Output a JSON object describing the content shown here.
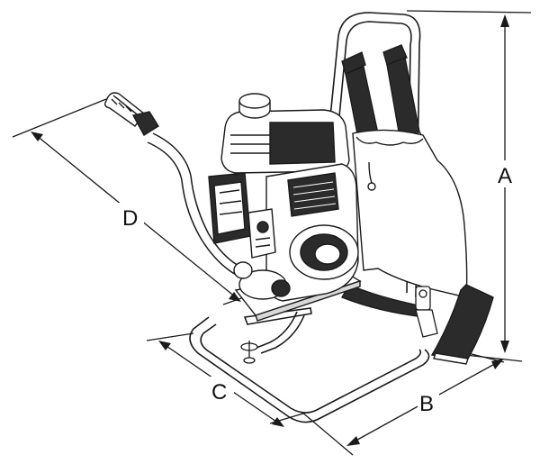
{
  "figure": {
    "subject": "backpack-engine-dimensions",
    "dimension_labels": {
      "height": "A",
      "width": "B",
      "depth": "C",
      "overall_length": "D"
    }
  },
  "colors": {
    "line": "#1a1a1a",
    "fill_light": "#ffffff",
    "fill_shade": "#2b2b2b",
    "fill_mid": "#d8d8d8"
  }
}
